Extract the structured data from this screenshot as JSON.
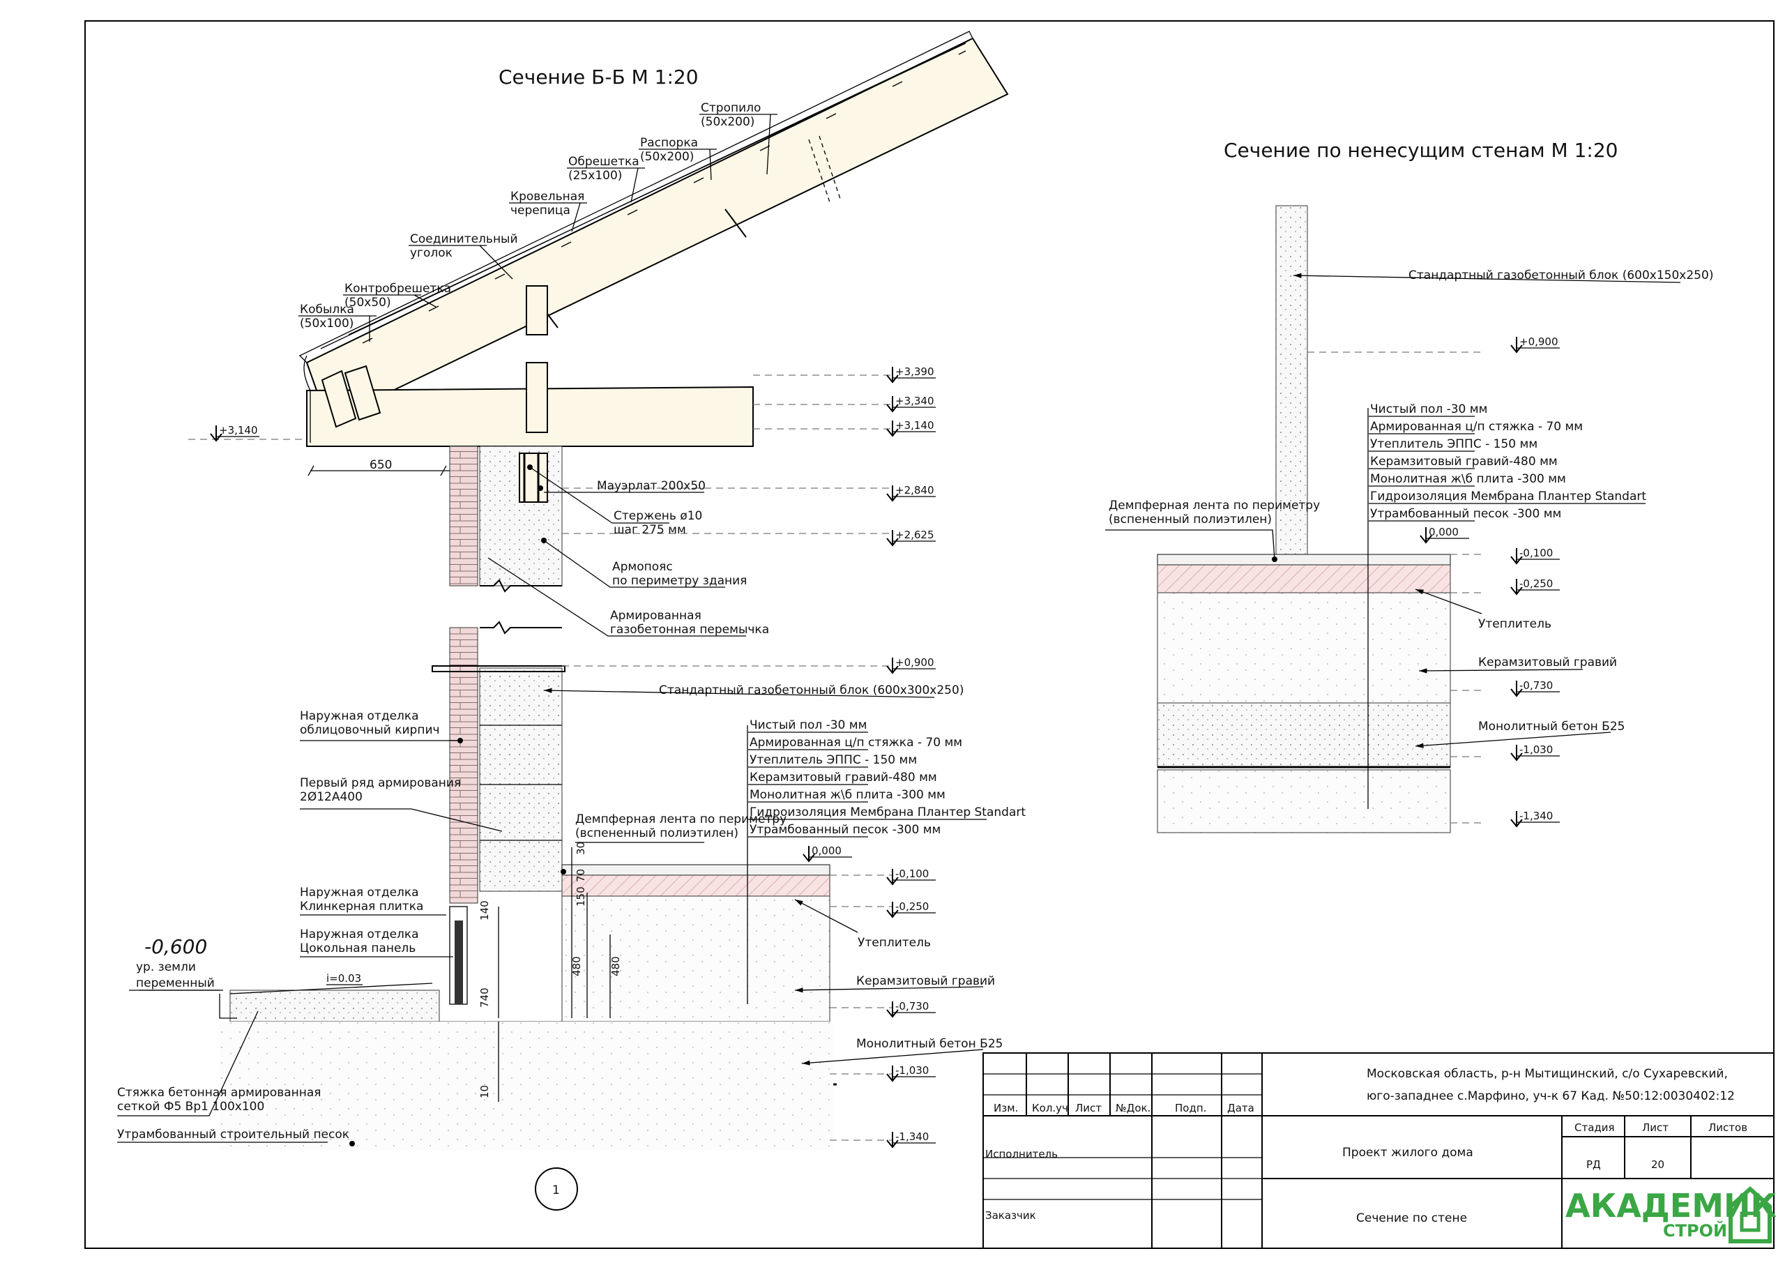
{
  "titles": {
    "section_bb": "Сечение Б-Б  М 1:20",
    "section_partition": "Сечение по ненесущим стенам М 1:20"
  },
  "roof_labels": {
    "rafter": [
      "Стропило",
      "(50х200)"
    ],
    "strut": [
      "Распорка",
      "(50х200)"
    ],
    "batten": [
      "Обрешетка",
      "(25х100)"
    ],
    "tile": [
      "Кровельная",
      "черепица"
    ],
    "connector": [
      "Соединительный",
      "уголок"
    ],
    "counter_batten": [
      "Контробрешетка",
      "(50х50)"
    ],
    "filly": [
      "Кобылка",
      "(50х100)"
    ]
  },
  "left_labels": {
    "mauerlat": "Мауэрлат 200х50",
    "rod": [
      "Стержень ø10",
      "шаг 275 мм"
    ],
    "armbelt": [
      "Армопояс",
      "по периметру здания"
    ],
    "lintel": [
      "Армированная",
      "газобетонная перемычка"
    ],
    "block": "Стандартный газобетонный блок (600х300х250)",
    "brick_finish": [
      "Наружная отделка",
      "облицовочный кирпич"
    ],
    "first_row": [
      "Первый ряд армирования",
      "2Ø12А400"
    ],
    "clinker": [
      "Наружная отделка",
      "Клинкерная плитка"
    ],
    "plinth": [
      "Наружная отделка",
      "Цокольная панель"
    ],
    "ground_level": "-0,600",
    "ground_text": [
      "ур. земли",
      "переменный"
    ],
    "slope": "i=0.03",
    "screed": [
      "Стяжка бетонная армированная",
      "сеткой Ф5 Вр1 100х100"
    ],
    "sand": "Утрамбованный строительный песок",
    "damper": [
      "Демпферная лента по периметру",
      "(вспененный полиэтилен)"
    ],
    "overhang": "650",
    "insulation": "Утеплитель",
    "gravel": "Керамзитовый гравий",
    "concrete": "Монолитный бетон Б25",
    "axis": "1",
    "dims": [
      "30",
      "70",
      "150",
      "480",
      "480",
      "140",
      "740",
      "10"
    ]
  },
  "floor_stack": [
    "Чистый пол -30 мм",
    "Армированная ц/п стяжка - 70 мм",
    "Утеплитель ЭППС - 150 мм",
    "Керамзитовый гравий-480 мм",
    "Монолитная ж\\б плита -300 мм",
    "Гидроизоляция  Мембрана Плантер Standart",
    "Утрамбованный песок -300 мм"
  ],
  "left_levels": [
    "+3,390",
    "+3,340",
    "+3,140",
    "+2,840",
    "+2,625",
    "+0,900",
    "0,000",
    "-0,100",
    "-0,250",
    "-0,730",
    "-1,030",
    "-1,340"
  ],
  "eave_level": "+3,140",
  "right_labels": {
    "block": "Стандартный газобетонный блок (600х150х250)",
    "damper": [
      "Демпферная лента по периметру",
      "(вспененный полиэтилен)"
    ],
    "insulation": "Утеплитель",
    "gravel": "Керамзитовый гравий",
    "concrete": "Монолитный бетон Б25"
  },
  "right_levels": [
    "+0,900",
    "0,000",
    "-0,100",
    "-0,250",
    "-0,730",
    "-1,030",
    "-1,340"
  ],
  "title_block": {
    "headers": [
      "Изм.",
      "Кол.уч",
      "Лист",
      "№Док.",
      "Подп.",
      "Дата"
    ],
    "address": [
      "Московская область, р-н Мытищинский, с/о Сухаревский,",
      "юго-западнее с.Марфино, уч-к 67  Кад. №50:12:0030402:12"
    ],
    "executor": "Исполнитель",
    "customer": "Заказчик",
    "project": "Проект жилого дома",
    "sheet_title": "Сечение по стене",
    "stage_label": "Стадия",
    "sheet_label": "Лист",
    "sheets_label": "Листов",
    "stage": "РД",
    "sheet": "20",
    "sheets": ""
  },
  "logo": {
    "line1": "АКАДЕМИК",
    "line2": "СТРОЙ",
    "color": "#3aa644"
  }
}
